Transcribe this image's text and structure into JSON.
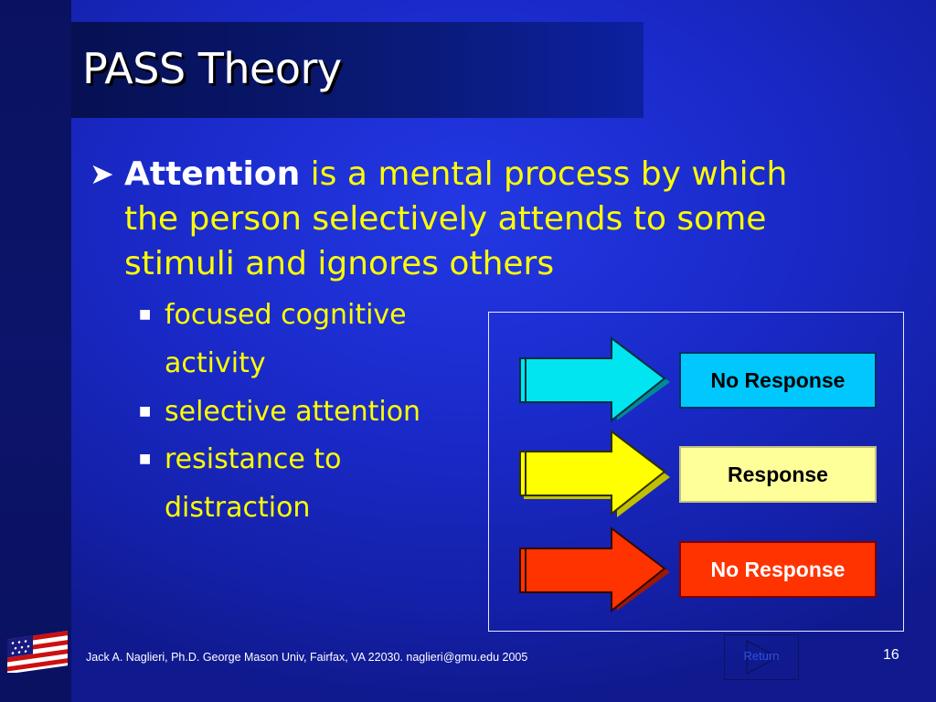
{
  "slide": {
    "title": "PASS Theory",
    "main_bullet": {
      "keyword": "Attention",
      "text": " is a mental process by which the person selectively attends to some stimuli and ignores others"
    },
    "sub_bullets": [
      {
        "line1": "focused cognitive",
        "line2": "activity"
      },
      {
        "line1": "selective attention",
        "line2": ""
      },
      {
        "line1": "resistance to",
        "line2": "distraction"
      }
    ],
    "diagram": {
      "rows": [
        {
          "arrow_color": "#00e5f0",
          "label": "No Response",
          "box_color": "#00c8ff"
        },
        {
          "arrow_color": "#ffff00",
          "label": "Response",
          "box_color": "#ffff99"
        },
        {
          "arrow_color": "#ff3300",
          "label": "No Response",
          "box_color": "#ff3300"
        }
      ]
    },
    "footer": "Jack A. Naglieri, Ph.D.  George Mason Univ, Fairfax, VA 22030.  naglieri@gmu.edu 2005",
    "page_number": "16",
    "nav_button_label": "Return"
  },
  "colors": {
    "background": "#1a2ac9",
    "title_bar": "#0a1a78",
    "body_text": "#ffff00",
    "keyword_text": "#ffffff"
  },
  "icons": [
    "arrow-bullet-icon",
    "square-bullet-icon",
    "american-flag-icon",
    "play-icon"
  ]
}
